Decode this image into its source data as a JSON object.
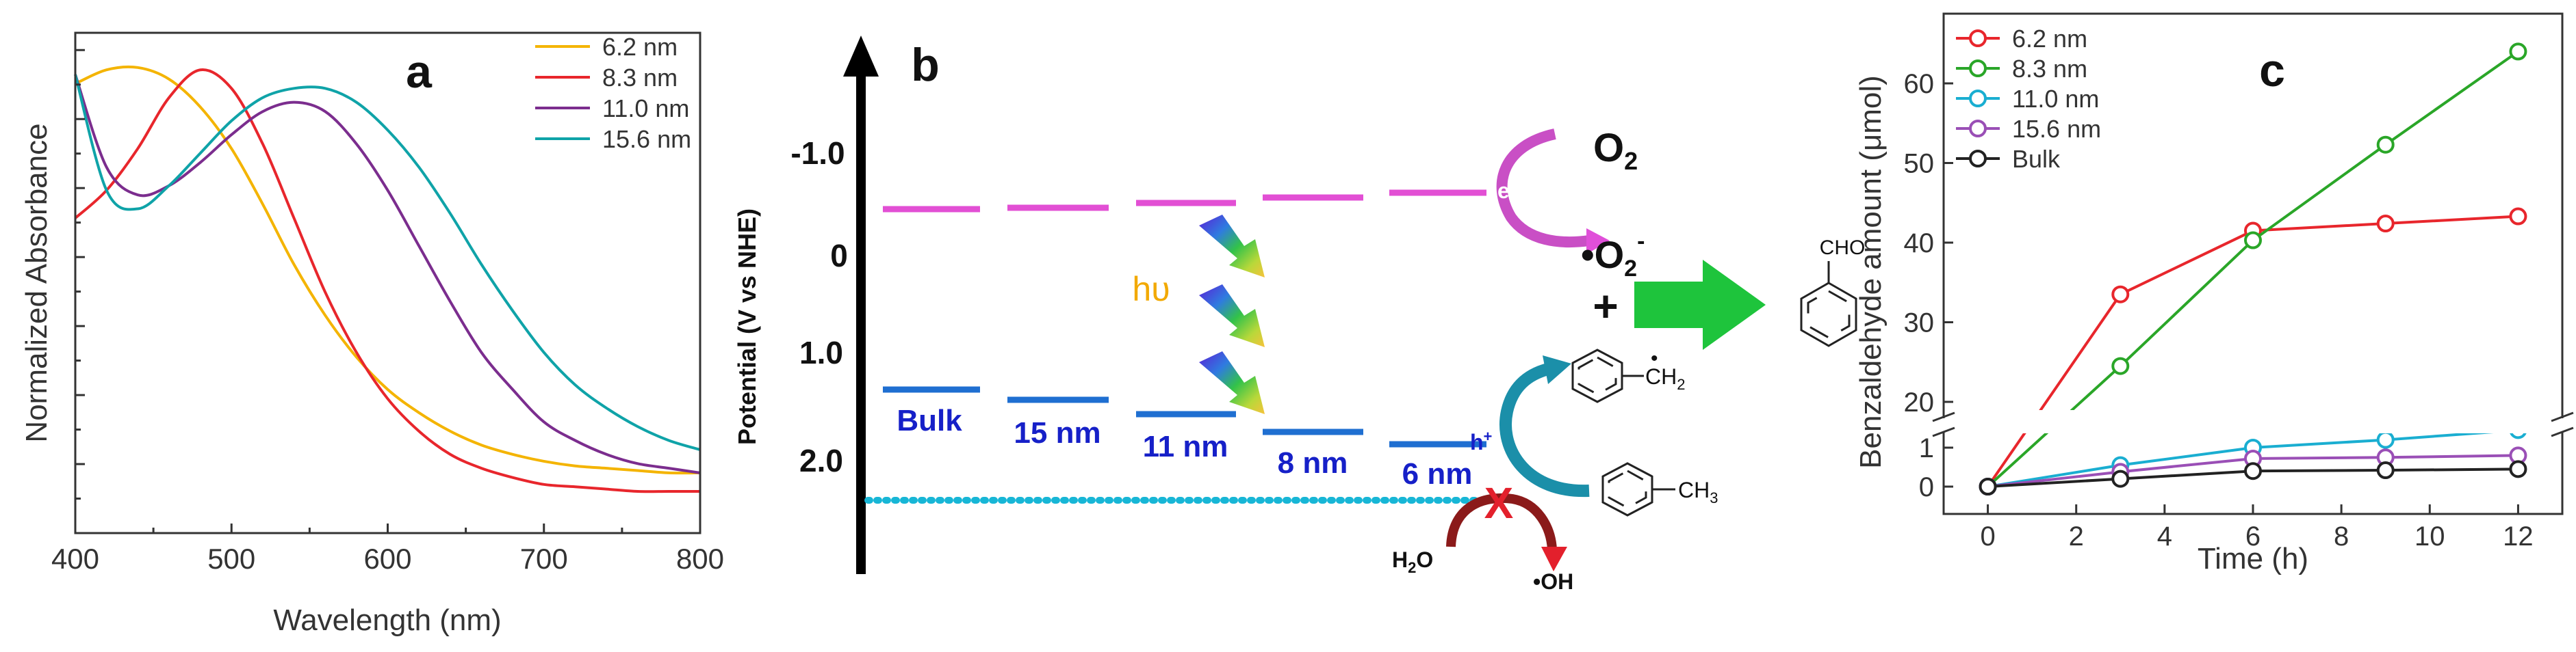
{
  "panel_a": {
    "letter": "a",
    "xlabel": "Wavelength (nm)",
    "ylabel": "Normalized Absorbance",
    "x_ticks": [
      "400",
      "500",
      "600",
      "700",
      "800"
    ],
    "legend": [
      {
        "label": "6.2 nm",
        "color": "#f4b400"
      },
      {
        "label": "8.3 nm",
        "color": "#e8262c"
      },
      {
        "label": "11.0 nm",
        "color": "#7b2d8e"
      },
      {
        "label": "15.6 nm",
        "color": "#0fa3a8"
      }
    ]
  },
  "panel_b": {
    "letter": "b",
    "axis_label": "Potential (V vs NHE)",
    "ticks": [
      "-1.0",
      "0",
      "1.0",
      "2.0"
    ],
    "size_labels": [
      "Bulk",
      "15 nm",
      "11 nm",
      "8 nm",
      "6 nm"
    ],
    "light_label": "hυ",
    "o2": "O",
    "o2_sub": "2",
    "superoxide_dot": "•O",
    "superoxide_sub": "2",
    "superoxide_sup": "-",
    "electron": "e",
    "electron_sup": "-",
    "hole": "h",
    "hole_sup": "+",
    "plus": "+",
    "cho": "CHO",
    "ch2_dot": "•",
    "ch2": "CH",
    "ch2_sub": "2",
    "ch3": "CH",
    "ch3_sub": "3",
    "water": "H",
    "water_sub": "2",
    "water_o": "O",
    "hydroxyl": "•OH",
    "blocked": "X",
    "colors": {
      "cb": "#e24fd4",
      "vb": "#1f6fd1",
      "water_line": "#17b6d6",
      "arrow": "#1ec43c",
      "label_blue": "#1620c8",
      "hv": "#f2a900",
      "red_x": "#e3202c"
    }
  },
  "chart_data": [
    {
      "type": "line",
      "panel": "a",
      "xlabel": "Wavelength (nm)",
      "ylabel": "Normalized Absorbance",
      "xlim": [
        400,
        800
      ],
      "x": [
        400,
        420,
        440,
        460,
        480,
        500,
        520,
        540,
        560,
        580,
        600,
        620,
        640,
        660,
        680,
        700,
        720,
        740,
        760,
        780,
        800
      ],
      "series": [
        {
          "name": "6.2 nm",
          "color": "#f4b400",
          "values": [
            0.97,
            1.0,
            1.005,
            0.98,
            0.92,
            0.83,
            0.71,
            0.58,
            0.47,
            0.38,
            0.31,
            0.26,
            0.22,
            0.19,
            0.17,
            0.155,
            0.145,
            0.14,
            0.135,
            0.13,
            0.13
          ]
        },
        {
          "name": "8.3 nm",
          "color": "#e8262c",
          "values": [
            0.68,
            0.74,
            0.83,
            0.94,
            1.0,
            0.96,
            0.84,
            0.68,
            0.52,
            0.39,
            0.29,
            0.22,
            0.17,
            0.14,
            0.12,
            0.105,
            0.1,
            0.095,
            0.09,
            0.09,
            0.09
          ]
        },
        {
          "name": "11.0 nm",
          "color": "#7b2d8e",
          "values": [
            0.99,
            0.79,
            0.73,
            0.75,
            0.8,
            0.86,
            0.91,
            0.93,
            0.91,
            0.84,
            0.74,
            0.62,
            0.5,
            0.39,
            0.31,
            0.24,
            0.2,
            0.17,
            0.15,
            0.14,
            0.13
          ]
        },
        {
          "name": "15.6 nm",
          "color": "#0fa3a8",
          "values": [
            0.99,
            0.74,
            0.7,
            0.75,
            0.82,
            0.89,
            0.94,
            0.96,
            0.96,
            0.93,
            0.87,
            0.79,
            0.69,
            0.58,
            0.48,
            0.39,
            0.32,
            0.27,
            0.23,
            0.2,
            0.18
          ]
        }
      ]
    },
    {
      "type": "line",
      "panel": "c",
      "xlabel": "Time (h)",
      "ylabel": "Benzaldehyde amount (μmol)",
      "xlim": [
        -1,
        13
      ],
      "x_ticks": [
        "0",
        "2",
        "4",
        "6",
        "8",
        "10",
        "12"
      ],
      "y_ticks_upper": [
        "20",
        "30",
        "40",
        "50",
        "60"
      ],
      "y_ticks_lower": [
        "0",
        "1"
      ],
      "broken_axis": true,
      "x": [
        0,
        3,
        6,
        9,
        12
      ],
      "series": [
        {
          "name": "6.2 nm",
          "color": "#e8262c",
          "values": [
            0,
            33.5,
            41.5,
            42.4,
            43.3
          ]
        },
        {
          "name": "8.3 nm",
          "color": "#2aa628",
          "values": [
            0,
            24.5,
            40.3,
            52.3,
            64.0
          ]
        },
        {
          "name": "11.0 nm",
          "color": "#1aaed1",
          "values": [
            0,
            0.55,
            1.0,
            1.2,
            1.45
          ]
        },
        {
          "name": "15.6 nm",
          "color": "#9a4fb6",
          "values": [
            0,
            0.38,
            0.72,
            0.75,
            0.8
          ]
        },
        {
          "name": "Bulk",
          "color": "#222222",
          "values": [
            0,
            0.2,
            0.4,
            0.42,
            0.45
          ]
        }
      ]
    }
  ]
}
